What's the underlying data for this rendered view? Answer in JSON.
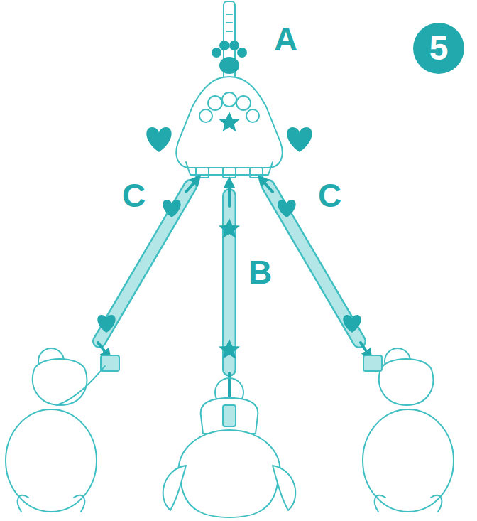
{
  "diagram": {
    "nodes": [
      {
        "text": [
          "5"
        ]
      }
    ],
    "labels": [
      "A",
      "B",
      "C",
      "C"
    ]
  }
}
